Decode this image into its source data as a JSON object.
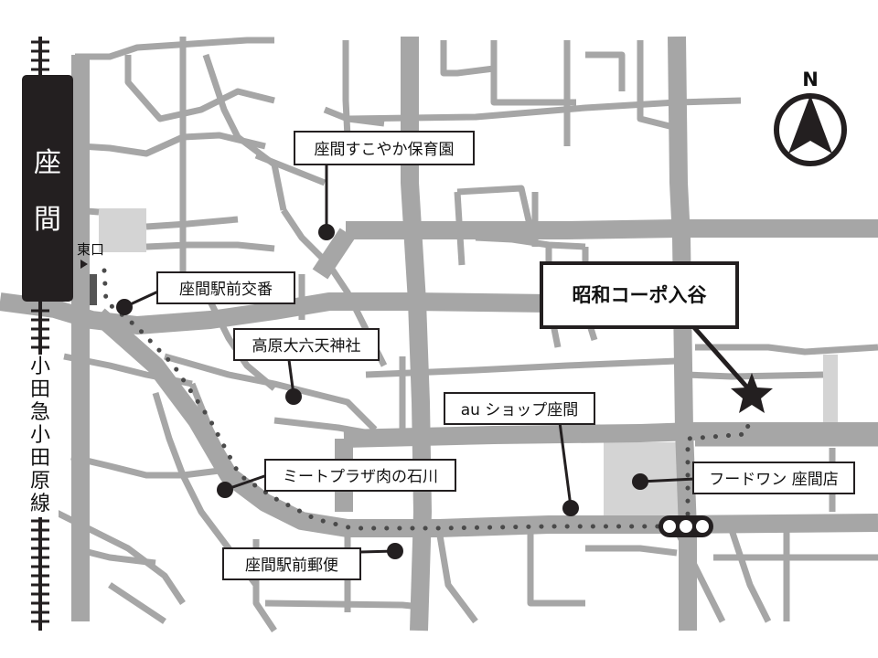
{
  "station": {
    "char1": "座",
    "char2": "間",
    "exit_label": "東口"
  },
  "railway": {
    "chars": [
      "小",
      "田",
      "急",
      "小",
      "田",
      "原",
      "線"
    ]
  },
  "north_label": "N",
  "destination": {
    "label": "昭和コーポ入谷"
  },
  "places": {
    "nursery": "座間すこやか保育園",
    "koban": "座間駅前交番",
    "shrine": "高原大六天神社",
    "au_shop": "au ショップ座間",
    "butcher": "ミートプラザ肉の石川",
    "supermarket": "フードワン 座間店",
    "post_office": "座間駅前郵便"
  },
  "colors": {
    "road": "#a6a6a6",
    "road_light": "#d2d2d2",
    "ink": "#231f20",
    "route_dot": "#4a4a4a"
  }
}
